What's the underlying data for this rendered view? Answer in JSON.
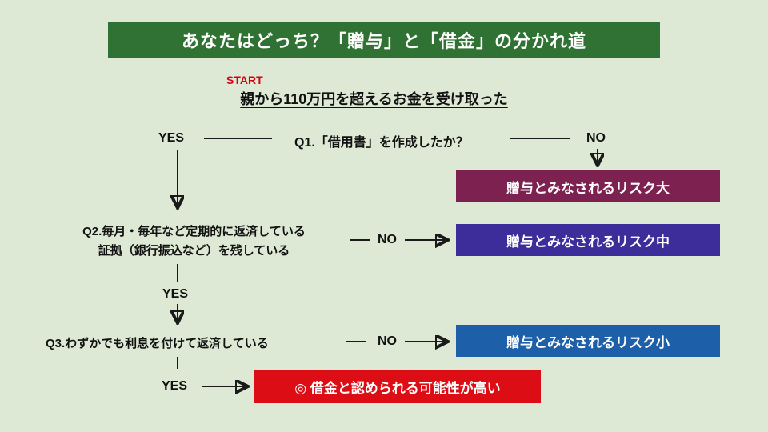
{
  "title": "あなたはどっち？「贈与」と「借金」の分かれ道",
  "start": {
    "label": "START",
    "statement": "親から110万円を超えるお金を受け取った"
  },
  "q1": {
    "text": "Q1.「借用書」を作成したか？",
    "yes": "YES",
    "no": "NO"
  },
  "q2": {
    "line1": "Q2.毎月・毎年など定期的に返済している",
    "line2": "証拠（銀行振込など）を残している",
    "yes": "YES",
    "no": "NO"
  },
  "q3": {
    "text": "Q3.わずかでも利息を付けて返済している",
    "yes": "YES",
    "no": "NO"
  },
  "results": {
    "risk_high": "贈与とみなされるリスク大",
    "risk_mid": "贈与とみなされるリスク中",
    "risk_low": "贈与とみなされるリスク小",
    "loan": "◎ 借金と認められる可能性が高い"
  },
  "colors": {
    "background": "#dde9d4",
    "title_bg": "#2f7233",
    "risk_high_bg": "#7d2150",
    "risk_mid_bg": "#3d2d9a",
    "risk_low_bg": "#1d5fa9",
    "loan_bg": "#dc0d15",
    "start_text": "#d8000f"
  }
}
